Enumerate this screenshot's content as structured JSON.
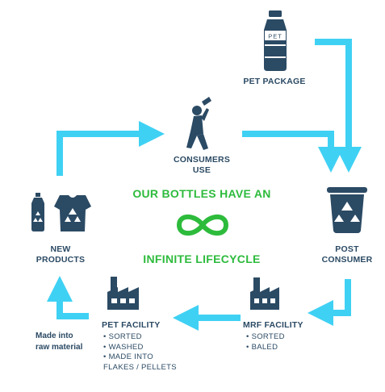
{
  "colors": {
    "arrow": "#3fd1f4",
    "navy": "#2b4a64",
    "green": "#2dbb3c"
  },
  "center": {
    "line1": "OUR BOTTLES HAVE AN",
    "line2": "INFINITE LIFECYCLE",
    "symbol": "infinity-icon"
  },
  "nodes": {
    "pet_package": {
      "label": "PET PACKAGE",
      "icon": "pet-bottle-icon",
      "bottle_text": "PET"
    },
    "consumers_use": {
      "line1": "CONSUMERS",
      "line2": "USE",
      "icon": "person-drinking-icon"
    },
    "post_consumer": {
      "line1": "POST",
      "line2": "CONSUMER",
      "icon": "recycle-bin-icon"
    },
    "mrf_facility": {
      "label": "MRF FACILITY",
      "icon": "factory-icon",
      "items": [
        "SORTED",
        "BALED"
      ]
    },
    "pet_facility": {
      "label": "PET FACILITY",
      "icon": "factory-icon",
      "items": [
        "SORTED",
        "WASHED",
        "MADE INTO",
        "FLAKES / PELLETS"
      ]
    },
    "new_products": {
      "line1": "NEW",
      "line2": "PRODUCTS",
      "icon": "bottle-and-shirt-icon"
    }
  },
  "raw_material_note": {
    "line1": "Made into",
    "line2": "raw material"
  }
}
